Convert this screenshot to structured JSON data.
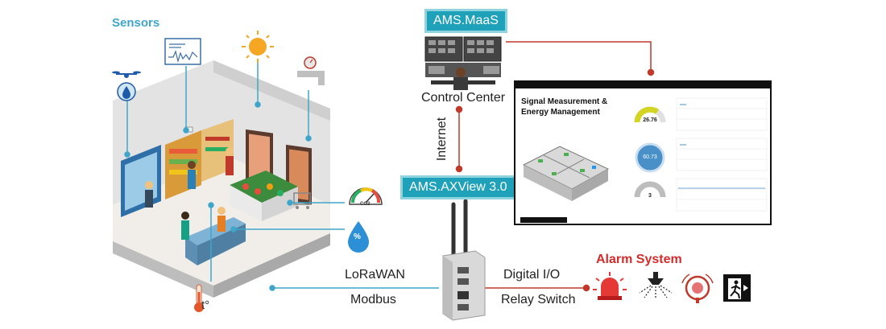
{
  "diagram": {
    "sensors_heading": "Sensors",
    "maas_label": "AMS.MaaS",
    "control_center_label": "Control Center",
    "internet_label": "Internet",
    "axview_label": "AMS.AXView 3.0",
    "lorawan_label": "LoRaWAN",
    "modbus_label": "Modbus",
    "digital_io_label": "Digital I/O",
    "relay_label": "Relay Switch",
    "alarm_heading": "Alarm System",
    "temp_icon_text": "t°",
    "co2_text": "CO2",
    "humidity_text": "%"
  },
  "dashboard": {
    "title": "Signal Measurement & Energy Management",
    "gauge_temp_value": "26.76",
    "gauge_humidity_value": "60.73",
    "gauge_battery_value": "3"
  },
  "colors": {
    "accent_blue": "#1fa2b9",
    "alarm_red": "#d52b2b",
    "line_red": "#c0392b",
    "line_blue": "#3fa6c9"
  }
}
